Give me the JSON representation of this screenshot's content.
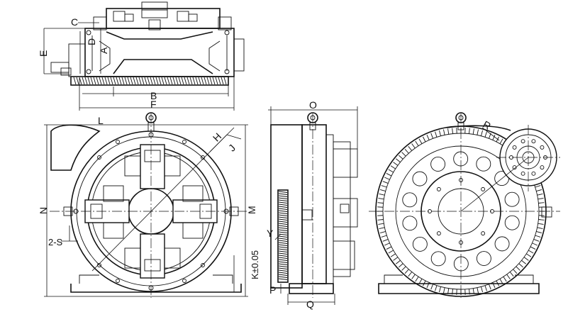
{
  "labels": {
    "C": "C",
    "E": "E",
    "D": "D",
    "A": "A",
    "B": "B",
    "F": "F",
    "L": "L",
    "H": "H",
    "J": "J",
    "N": "N",
    "M": "M",
    "S2": "2-S",
    "K": "K±0.05",
    "O": "O",
    "Y": "Y",
    "P": "P",
    "Q": "Q",
    "R": "R"
  }
}
